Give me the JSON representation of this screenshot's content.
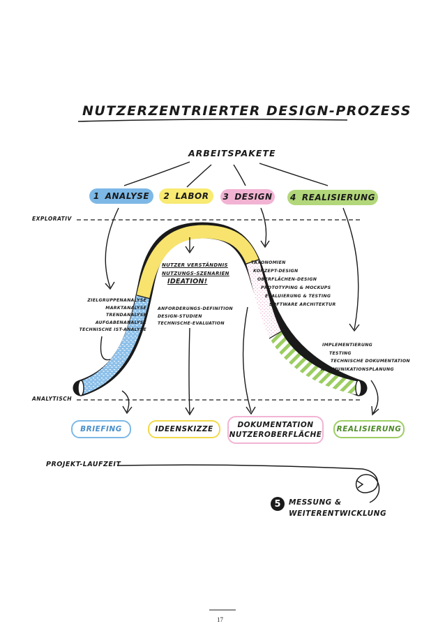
{
  "title": "NUTZERZENTRIERTER DESIGN-PROZESS",
  "work_packages_label": "ARBEITSPAKETE",
  "phases": [
    {
      "number": "1",
      "label": "ANALYSE",
      "color": "#7db8e6"
    },
    {
      "number": "2",
      "label": "LABOR",
      "color": "#f8ea72"
    },
    {
      "number": "3",
      "label": "DESIGN",
      "color": "#f2b3d3"
    },
    {
      "number": "4",
      "label": "REALISIERUNG",
      "color": "#b2d77a"
    }
  ],
  "axis_labels": {
    "explorativ": "EXPLORATIV",
    "analytisch": "ANALYTISCH"
  },
  "notes": {
    "analyse": [
      "ZIELGRUPPENANALYSE",
      "MARKTANALYSE",
      "TRENDANALYSE",
      "AUFGABENANALYSE",
      "TECHNISCHE IST-ANALYSE"
    ],
    "labor_top": [
      "NUTZER VERSTÄNDNIS",
      "NUTZUNGS-SZENARIEN",
      "IDEATION!"
    ],
    "labor_bottom": [
      "ANFORDERUNGS-DEFINITION",
      "DESIGN-STUDIEN",
      "TECHNISCHE-EVALUATION"
    ],
    "design": [
      "TAXONOMIEN",
      "KONZEPT-DESIGN",
      "OBERFLÄCHEN-DESIGN",
      "PROTOTYPING & MOCKUPS",
      "EVALUIERUNG & TESTING",
      "SOFTWARE ARCHITEKTUR"
    ],
    "realisierung": [
      "IMPLEMENTIERUNG",
      "TESTING",
      "TECHNISCHE DOKUMENTATION",
      "KOMMUNIKATIONSPLANUNG"
    ]
  },
  "outputs": [
    {
      "label": "BRIEFING",
      "color": "#7db8e6"
    },
    {
      "label": "IDEENSKIZZE",
      "color": "#f2d94a"
    },
    {
      "label_line1": "DOKUMENTATION",
      "label_line2": "NUTZEROBERFLÄCHE",
      "color": "#f2b3d3"
    },
    {
      "label": "REALISIERUNG",
      "color": "#9ccd62"
    }
  ],
  "timeline_label": "PROJEKT-LAUFZEIT",
  "step5": {
    "number": "5",
    "line1": "MESSUNG &",
    "line2": "WEITERENTWICKLUNG"
  },
  "page_number": "17"
}
